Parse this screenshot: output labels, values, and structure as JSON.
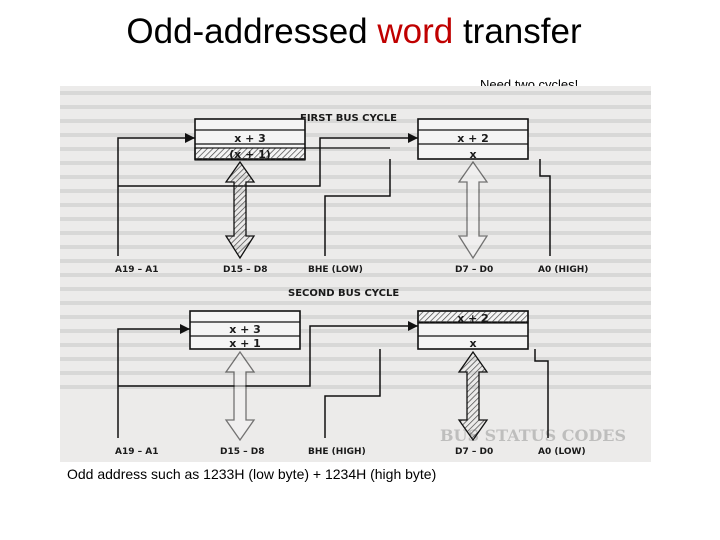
{
  "title": {
    "pre": "Odd-addressed ",
    "highlight": "word",
    "post": " transfer",
    "highlight_color": "#c00000"
  },
  "note": "Need two cycles!",
  "caption": "Odd address such as 1233H (low byte) + 1234H (high byte)",
  "diagram": {
    "first_cycle": {
      "heading": "FIRST BUS CYCLE",
      "left_memory": [
        "x + 3",
        "(x + 1)"
      ],
      "right_memory": [
        "x + 2",
        "x"
      ],
      "labels": {
        "addr": "A19 – A1",
        "data_hi": "D15 – D8",
        "bhe": "BHE (LOW)",
        "data_lo": "D7 – D0",
        "a0": "A0 (HIGH)"
      }
    },
    "second_cycle": {
      "heading": "SECOND BUS CYCLE",
      "left_memory": [
        "x + 3",
        "x + 1"
      ],
      "right_memory": [
        "x + 2",
        "x"
      ],
      "labels": {
        "addr": "A19 – A1",
        "data_hi": "D15 – D8",
        "bhe": "BHE (HIGH)",
        "data_lo": "D7 – D0",
        "a0": "A0 (LOW)"
      }
    },
    "background_text": [
      "BUS STATUS CODES"
    ]
  }
}
